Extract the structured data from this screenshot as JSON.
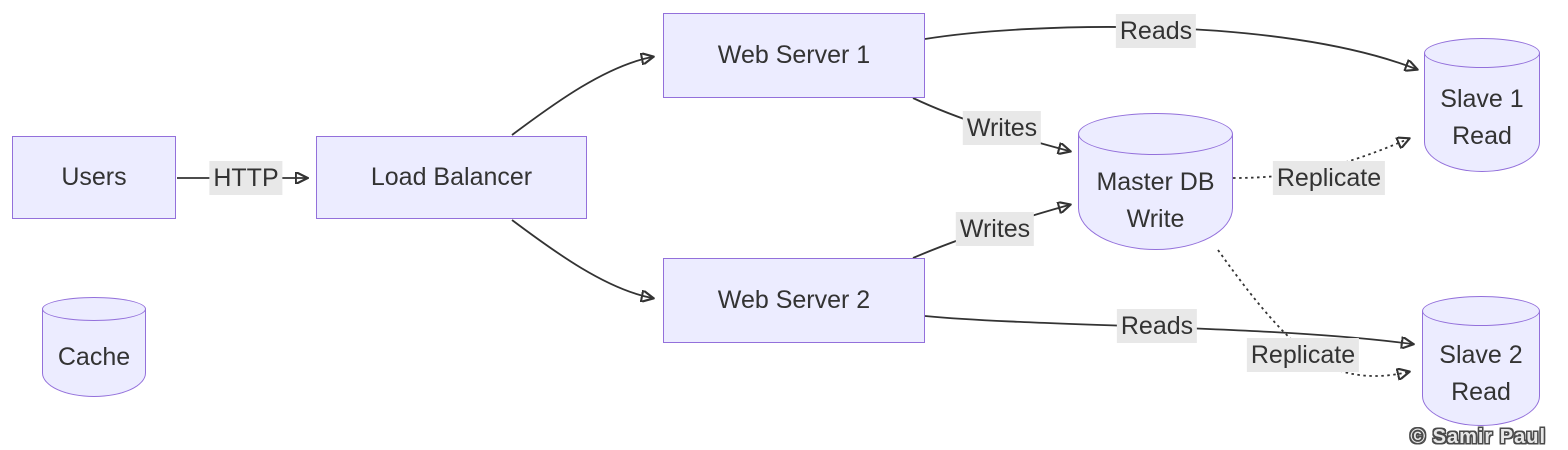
{
  "diagram": {
    "type": "flowchart",
    "colors": {
      "node_fill": "#ECECFF",
      "node_border": "#9370DB",
      "text": "#333333",
      "edge_line": "#333333",
      "edge_label_bg": "#e8e8e8",
      "background": "#ffffff"
    },
    "nodes": {
      "users": {
        "shape": "rect",
        "label": "Users"
      },
      "load_balancer": {
        "shape": "rect",
        "label": "Load Balancer"
      },
      "web_server_1": {
        "shape": "rect",
        "label": "Web Server 1"
      },
      "web_server_2": {
        "shape": "rect",
        "label": "Web Server 2"
      },
      "master_db": {
        "shape": "cylinder",
        "line1": "Master DB",
        "line2": "Write"
      },
      "slave_1": {
        "shape": "cylinder",
        "line1": "Slave 1",
        "line2": "Read"
      },
      "slave_2": {
        "shape": "cylinder",
        "line1": "Slave 2",
        "line2": "Read"
      },
      "cache": {
        "shape": "cylinder",
        "label": "Cache"
      }
    },
    "edges": {
      "users_to_load_balancer": {
        "label": "HTTP",
        "style": "solid"
      },
      "load_balancer_to_web_server_1": {
        "label": "",
        "style": "solid"
      },
      "load_balancer_to_web_server_2": {
        "label": "",
        "style": "solid"
      },
      "web_server_1_to_slave_1": {
        "label": "Reads",
        "style": "solid"
      },
      "web_server_1_to_master_db": {
        "label": "Writes",
        "style": "solid"
      },
      "web_server_2_to_master_db": {
        "label": "Writes",
        "style": "solid"
      },
      "web_server_2_to_slave_2": {
        "label": "Reads",
        "style": "solid"
      },
      "master_db_to_slave_1": {
        "label": "Replicate",
        "style": "dotted"
      },
      "master_db_to_slave_2": {
        "label": "Replicate",
        "style": "dotted"
      }
    },
    "watermark": {
      "text": "© Samir Paul"
    }
  }
}
